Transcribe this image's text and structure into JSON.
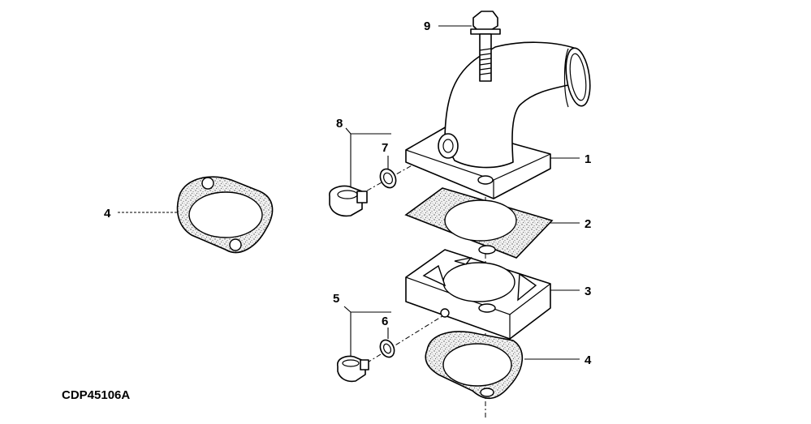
{
  "figure_id": "CDP45106A",
  "callouts": [
    {
      "key": "c1",
      "label": "1"
    },
    {
      "key": "c2",
      "label": "2"
    },
    {
      "key": "c3",
      "label": "3"
    },
    {
      "key": "c4a",
      "label": "4"
    },
    {
      "key": "c4b",
      "label": "4"
    },
    {
      "key": "c5",
      "label": "5"
    },
    {
      "key": "c6",
      "label": "6"
    },
    {
      "key": "c7",
      "label": "7"
    },
    {
      "key": "c8",
      "label": "8"
    },
    {
      "key": "c9",
      "label": "9"
    }
  ]
}
